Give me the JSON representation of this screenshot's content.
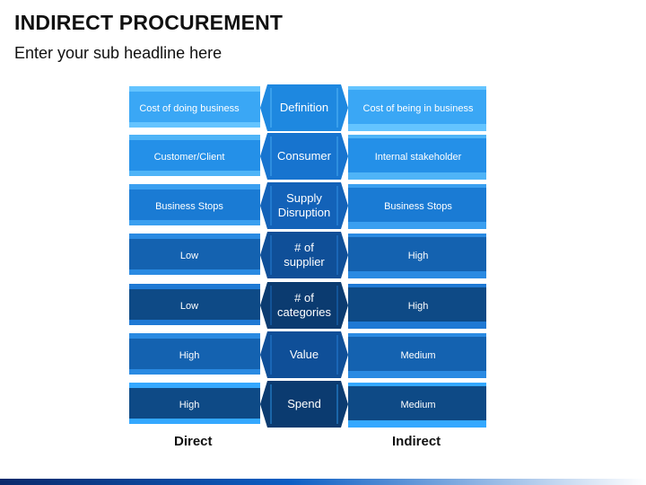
{
  "header": {
    "title": "INDIRECT PROCUREMENT",
    "subtitle": "Enter your sub headline here"
  },
  "columns": {
    "left": "Direct",
    "right": "Indirect"
  },
  "rows": [
    {
      "left": "Cost of doing business",
      "middle": "Definition",
      "right": "Cost of being in business"
    },
    {
      "left": "Customer/Client",
      "middle": "Consumer",
      "right": "Internal stakeholder"
    },
    {
      "left": "Business Stops",
      "middle": "Supply\nDisruption",
      "right": "Business Stops"
    },
    {
      "left": "Low",
      "middle": "# of\nsupplier",
      "right": "High"
    },
    {
      "left": "Low",
      "middle": "# of\ncategories",
      "right": "High"
    },
    {
      "left": "High",
      "middle": "Value",
      "right": "Medium"
    },
    {
      "left": "High",
      "middle": "Spend",
      "right": "Medium"
    }
  ],
  "colors": {
    "rows": [
      {
        "strip": "#64c4ff",
        "body": "#3aa7f5",
        "hex": "#1e88e0"
      },
      {
        "strip": "#4fb4f7",
        "body": "#2490e8",
        "hex": "#1774cf"
      },
      {
        "strip": "#3a9ff0",
        "body": "#1a7bd4",
        "hex": "#1362b8"
      },
      {
        "strip": "#2a8ae2",
        "body": "#1462b0",
        "hex": "#0f4f98"
      },
      {
        "strip": "#1f79d4",
        "body": "#0e4a86",
        "hex": "#0b3b70"
      },
      {
        "strip": "#2a8ae2",
        "body": "#1462b0",
        "hex": "#0f4f98"
      },
      {
        "strip": "#34a8ff",
        "body": "#0e4a86",
        "hex": "#0b3b70"
      }
    ]
  }
}
